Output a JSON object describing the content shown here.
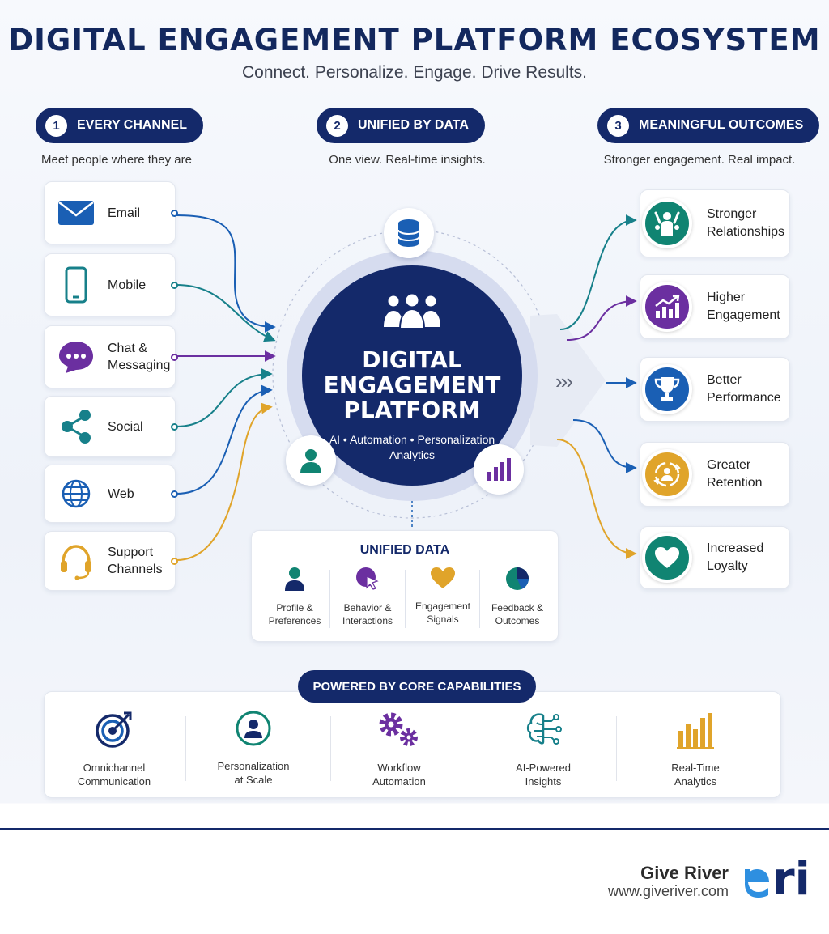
{
  "header": {
    "title": "DIGITAL ENGAGEMENT PLATFORM ECOSYSTEM",
    "subtitle": "Connect. Personalize. Engage. Drive Results."
  },
  "columns": [
    {
      "num": "1",
      "label": "EVERY CHANNEL",
      "sub": "Meet people where they are"
    },
    {
      "num": "2",
      "label": "UNIFIED BY DATA",
      "sub": "One view. Real-time insights."
    },
    {
      "num": "3",
      "label": "MEANINGFUL OUTCOMES",
      "sub": "Stronger engagement. Real impact."
    }
  ],
  "channels": [
    {
      "line1": "Email",
      "line2": "",
      "icon": "envelope-icon",
      "color": "#1a5fb4"
    },
    {
      "line1": "Mobile",
      "line2": "",
      "icon": "mobile-phone-icon",
      "color": "#17808a"
    },
    {
      "line1": "Chat &",
      "line2": "Messaging",
      "icon": "chat-bubble-icon",
      "color": "#6b2fa0"
    },
    {
      "line1": "Social",
      "line2": "",
      "icon": "share-icon",
      "color": "#17808a"
    },
    {
      "line1": "Web",
      "line2": "",
      "icon": "globe-icon",
      "color": "#1a5fb4"
    },
    {
      "line1": "Support",
      "line2": "Channels",
      "icon": "headset-icon",
      "color": "#e0a42a"
    }
  ],
  "platform": {
    "title_line1": "DIGITAL",
    "title_line2": "ENGAGEMENT",
    "title_line3": "PLATFORM",
    "sub_line1": "AI • Automation • Personalization",
    "sub_line2": "Analytics",
    "arrows": "›››"
  },
  "unified_data": {
    "title": "UNIFIED DATA",
    "items": [
      {
        "line1": "Profile &",
        "line2": "Preferences",
        "icon": "person-icon"
      },
      {
        "line1": "Behavior &",
        "line2": "Interactions",
        "icon": "cursor-click-icon"
      },
      {
        "line1": "Engagement",
        "line2": "Signals",
        "icon": "heart-icon"
      },
      {
        "line1": "Feedback &",
        "line2": "Outcomes",
        "icon": "pie-chart-icon"
      }
    ]
  },
  "outcomes": [
    {
      "line1": "Stronger",
      "line2": "Relationships",
      "icon": "people-celebrate-icon",
      "color": "#108472"
    },
    {
      "line1": "Higher",
      "line2": "Engagement",
      "icon": "trend-up-chart-icon",
      "color": "#6b2fa0"
    },
    {
      "line1": "Better",
      "line2": "Performance",
      "icon": "trophy-icon",
      "color": "#1a5fb4"
    },
    {
      "line1": "Greater",
      "line2": "Retention",
      "icon": "retention-cycle-icon",
      "color": "#e0a42a"
    },
    {
      "line1": "Increased",
      "line2": "Loyalty",
      "icon": "heart-icon",
      "color": "#108472"
    }
  ],
  "core": {
    "title": "POWERED BY CORE CAPABILITIES",
    "items": [
      {
        "line1": "Omnichannel",
        "line2": "Communication",
        "icon": "target-icon"
      },
      {
        "line1": "Personalization",
        "line2": "at Scale",
        "icon": "person-circle-icon"
      },
      {
        "line1": "Workflow",
        "line2": "Automation",
        "icon": "gears-icon"
      },
      {
        "line1": "AI-Powered",
        "line2": "Insights",
        "icon": "brain-circuit-icon"
      },
      {
        "line1": "Real-Time",
        "line2": "Analytics",
        "icon": "bar-chart-icon"
      }
    ]
  },
  "footer": {
    "brand": "Give River",
    "url": "www.giveriver.com",
    "logo_text": "ri"
  }
}
